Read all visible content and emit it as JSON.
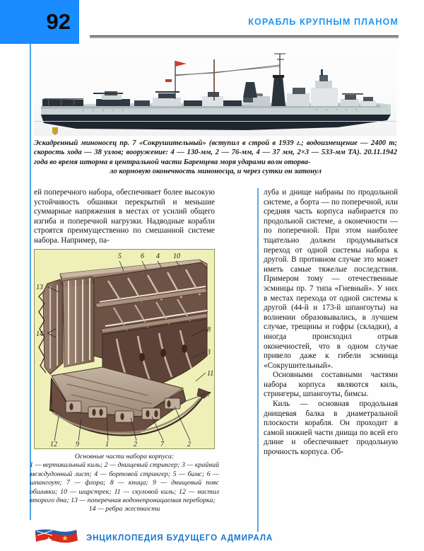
{
  "header": {
    "page_number": "92",
    "section_title": "КОРАБЛЬ КРУПНЫМ ПЛАНОМ",
    "accent_color": "#2196f3",
    "page_block_color": "#1a8cff"
  },
  "photo": {
    "name": "destroyer-sokrushitelny-profile",
    "caption_line1": "Эскадренный миноносец пр. 7 «Сокрушительный» (вступил в строй в 1939 г.; водоизмещение —",
    "caption_line2": "2400 т; скорость хода — 38 узлов; вооружение: 4 — 130-мм, 2 — 76-мм, 4 — 37 мм, 2×3 — 533-мм",
    "caption_line3": "ТА). 20.11.1942 года во время шторма в центральной части Баренцева моря ударами волн оторва-",
    "caption_line4": "ло кормовую оконечность миноносца, и через сутки он затонул"
  },
  "columns": {
    "left": [
      "ей поперечного набора, обеспечивает более высокую устойчивость обшивки перекрытий и меньшие суммарные напряжения в местах от усилий общего изгиба и поперечной нагрузки. Надводные корабли строятся преимущественно по смешанной системе набора. Например, па-"
    ],
    "right": [
      "луба и днище набраны по продольной системе, а борта — по поперечной, или средняя часть корпуса набирается по продольной системе, а оконечности — по поперечной. При этом наиболее тщательно должен продумываться переход от одной системы набора к другой. В противном случае это может иметь самые тяжелые последствия. Примером тому — отечественные эсминцы пр. 7 типа «Гневный». У них в местах перехода от одной системы к другой (44-й и 173-й шпангоуты) на волнении образовывались, в лучшем случае, трещины и гофры (складки), а иногда происходил отрыв оконечностей, что в одном случае привело даже к гибели эсминца «Сокрушительный».",
      "Основными составными частями набора корпуса являются киль, стрингеры, шпангоуты, бимсы.",
      "Киль — основная продольная днищевая балка в диаметральной плоскости корабля. Он проходит в самой нижней части днища по всей его длине и обеспечивает продольную прочность корпуса. Об-"
    ]
  },
  "figure": {
    "name": "hull-framing-cutaway-diagram",
    "background_color": "#eef0b8",
    "callout_numbers": [
      "5",
      "6",
      "4",
      "10",
      "13",
      "14",
      "8",
      "3",
      "11",
      "7",
      "12",
      "9",
      "1",
      "2",
      "7",
      "2"
    ],
    "caption_title": "Основные части набора корпуса:",
    "caption_body": "1 — вертикальный киль; 2 — днищевый стрингер; 3 — крайний междудонный лист; 4 — бортовой стрингер; 5 — бимс; 6 — шпангоут; 7 — флора; 8 — кница; 9 — днищевый пояс обшивки; 10 — ширстрек; 11 — скуловой киль; 12 — настил второго дна; 13 — поперечная водонепроницаемая переборка;",
    "caption_last": "14 — ребра жесткости"
  },
  "footer": {
    "flag_name": "soviet-naval-flag-icon",
    "title": "ЭНЦИКЛОПЕДИЯ БУДУЩЕГО АДМИРАЛА",
    "title_color": "#1675d1"
  }
}
